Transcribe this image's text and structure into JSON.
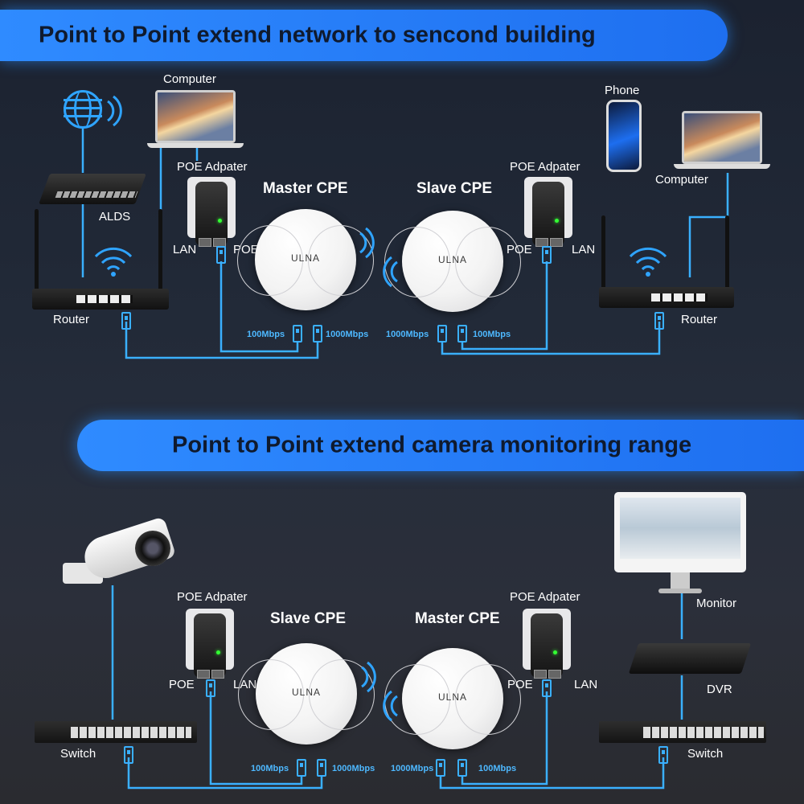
{
  "top": {
    "banner": "Point to Point extend network to sencond building",
    "computer_left": "Computer",
    "alds": "ALDS",
    "router_left": "Router",
    "poe_left": "POE Adpater",
    "lan_left": "LAN",
    "poe_port_left": "POE",
    "master_cpe": "Master CPE",
    "slave_cpe": "Slave CPE",
    "poe_right": "POE Adpater",
    "poe_port_right": "POE",
    "lan_right": "LAN",
    "phone": "Phone",
    "computer_right": "Computer",
    "router_right": "Router",
    "speed_1": "100Mbps",
    "speed_2": "1000Mbps",
    "speed_3": "1000Mbps",
    "speed_4": "100Mbps",
    "logo_1": "ULNA",
    "logo_2": "ULNA"
  },
  "bottom": {
    "banner": "Point to Point extend camera monitoring range",
    "poe_left": "POE Adpater",
    "poe_port_left": "POE",
    "lan_left": "LAN",
    "slave_cpe": "Slave CPE",
    "master_cpe": "Master CPE",
    "poe_right": "POE Adpater",
    "poe_port_right": "POE",
    "lan_right": "LAN",
    "monitor": "Monitor",
    "dvr": "DVR",
    "switch_left": "Switch",
    "switch_right": "Switch",
    "speed_1": "100Mbps",
    "speed_2": "1000Mbps",
    "speed_3": "1000Mbps",
    "speed_4": "100Mbps",
    "logo_1": "ULNA",
    "logo_2": "ULNA"
  },
  "colors": {
    "accent": "#2f8bff",
    "wire": "#3ab0ff"
  }
}
